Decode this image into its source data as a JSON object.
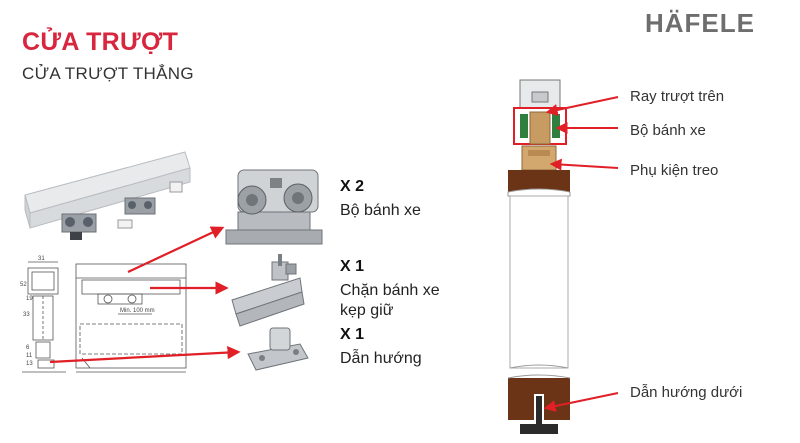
{
  "brand": {
    "logo_text": "HÄFELE",
    "accent_color": "#d7263d",
    "logo_color": "#6e6e6e"
  },
  "header": {
    "title": "CỬA TRƯỢT",
    "subtitle": "CỬA TRƯỢT THẲNG"
  },
  "components": [
    {
      "qty": "X 2",
      "label_lines": [
        "Bộ bánh xe"
      ]
    },
    {
      "qty": "X 1",
      "label_lines": [
        "Chặn bánh xe",
        "kẹp giữ"
      ]
    },
    {
      "qty": "X 1",
      "label_lines": [
        "Dẫn hướng"
      ]
    }
  ],
  "door_labels": [
    "Ray trượt trên",
    "Bộ bánh xe",
    "Phụ kiện treo",
    "Dẫn hướng dưới"
  ],
  "drawing_dimensions": [
    "31",
    "52",
    "19",
    "33",
    "6",
    "11",
    "13",
    "Min. 100 mm"
  ],
  "arrow_color": "#e01f26"
}
